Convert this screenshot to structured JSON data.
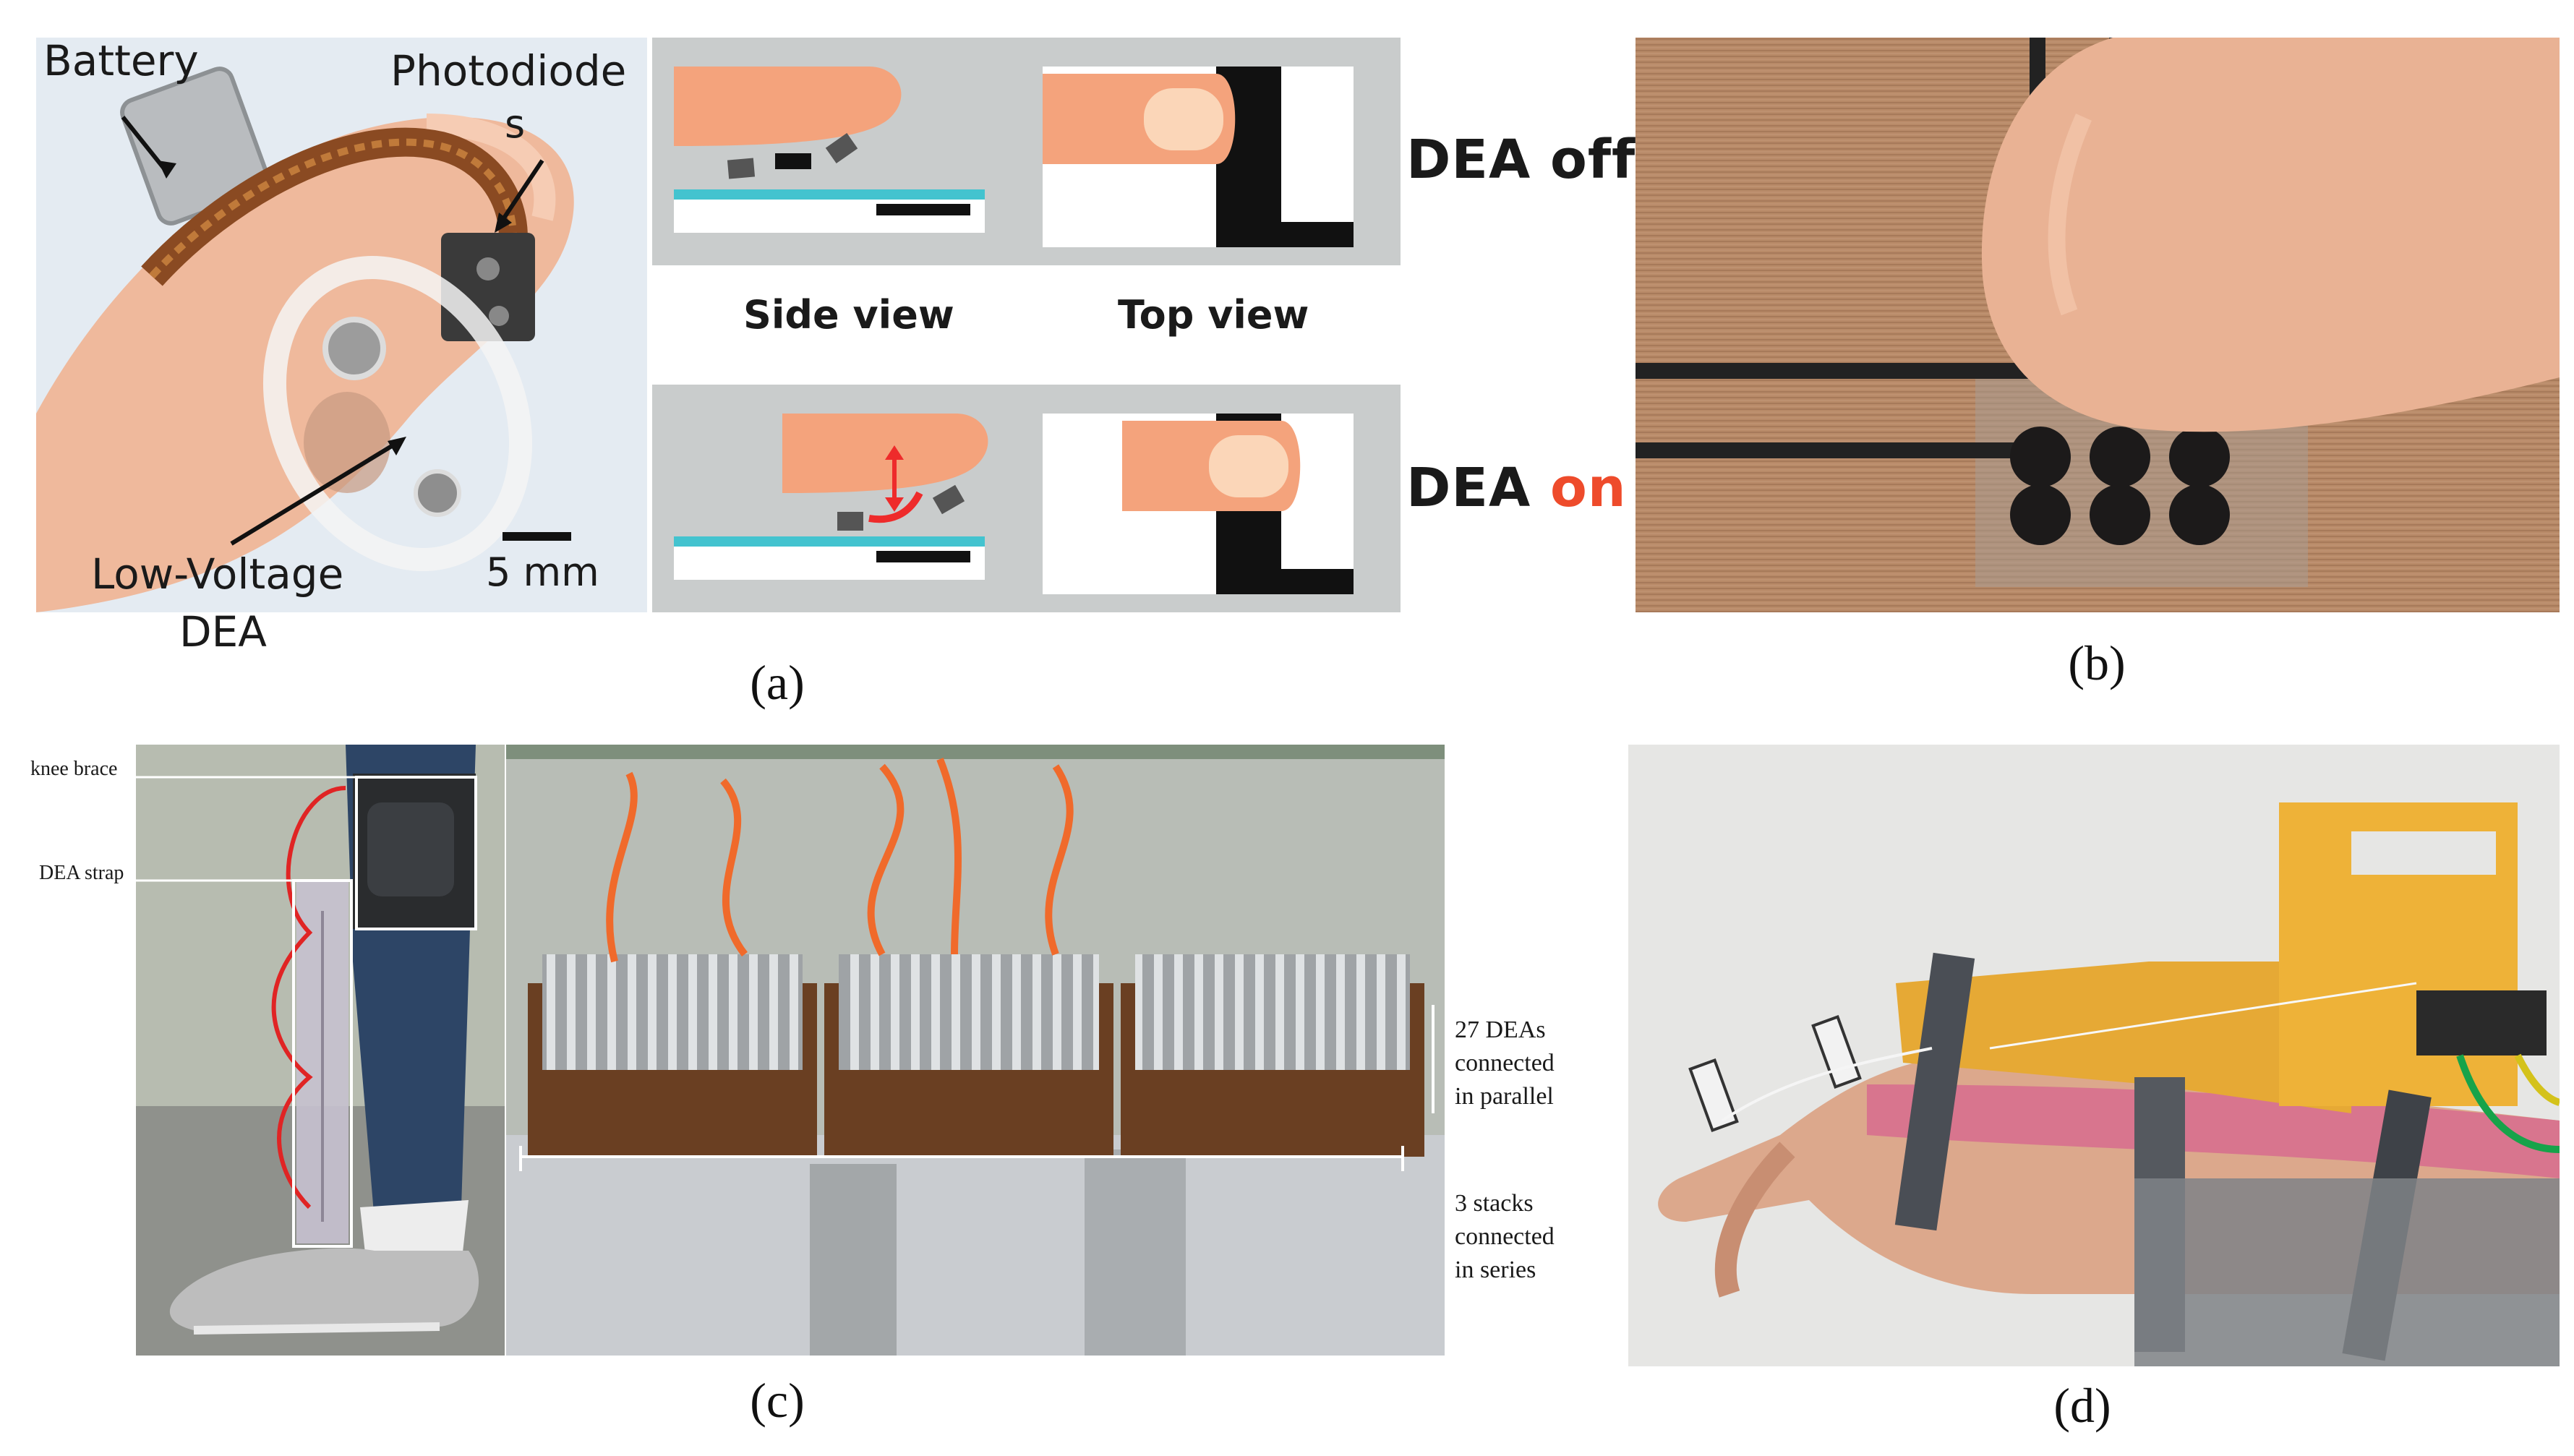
{
  "figure": {
    "captions": [
      "(a)",
      "(b)",
      "(c)",
      "(d)"
    ]
  },
  "panel_a": {
    "labels": {
      "battery": "Battery",
      "photodiode": "Photodiode",
      "photodiode_suffix": "s",
      "dea_line1": "Low-Voltage",
      "dea_line2": "DEA",
      "scale": "5 mm"
    },
    "side_view": "Side view",
    "top_view": "Top view",
    "dea_prefix": "DEA",
    "state_off": "off",
    "state_on": "on",
    "colors": {
      "skin": "#f4a37c",
      "nail": "#fbd6b8",
      "cyan": "#43c3cf",
      "on_red": "#ee4b2b",
      "panel_bg": "#c9cccc"
    }
  },
  "panel_c": {
    "labels": {
      "knee_brace": "knee brace",
      "dea_strap": "DEA strap",
      "parallel_1": "27 DEAs",
      "parallel_2": "connected",
      "parallel_3": "in parallel",
      "series_1": "3 stacks",
      "series_2": "connected",
      "series_3": "in series"
    }
  }
}
